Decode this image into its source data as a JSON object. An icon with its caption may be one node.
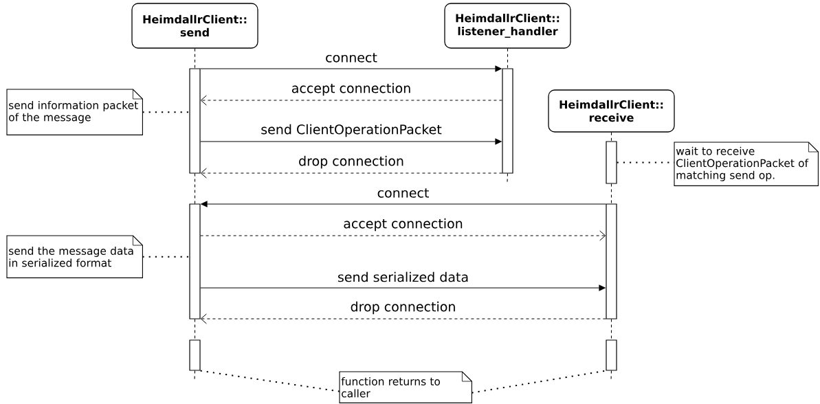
{
  "diagram": {
    "nodes": [
      {
        "text": [
          "HeimdallrClient:: send"
        ]
      },
      {
        "text": [
          "HeimdallrClient:: listener_handler"
        ]
      },
      {
        "text": [
          "HeimdallrClient:: receive"
        ]
      },
      {
        "text": [],
        "shape": "bar"
      },
      {
        "text": [],
        "shape": "bar"
      },
      {
        "text": [],
        "shape": "bar"
      },
      {
        "text": [],
        "shape": "bar"
      },
      {
        "text": [],
        "shape": "bar"
      },
      {
        "text": [],
        "shape": "bar"
      },
      {
        "text": [],
        "shape": "bar"
      },
      {
        "text": [
          "send information packet of the message"
        ]
      },
      {
        "text": [
          "wait to receive ClientOperationPacket of matching send op."
        ]
      },
      {
        "text": [
          "send the message data in serialized format"
        ]
      },
      {
        "text": [
          "function returns to caller"
        ]
      }
    ],
    "edges": [
      {
        "from": 0,
        "to": 3,
        "arrow": "none",
        "style": "dashed"
      },
      {
        "from": 3,
        "to": 6,
        "arrow": "none",
        "style": "dashed"
      },
      {
        "from": 6,
        "to": 8,
        "arrow": "none",
        "style": "dashed"
      },
      {
        "from": 8,
        "to": null,
        "arrow": "none",
        "style": "dashed"
      },
      {
        "from": 1,
        "to": 4,
        "arrow": "none",
        "style": "dashed"
      },
      {
        "from": 4,
        "to": null,
        "arrow": "none",
        "style": "dashed"
      },
      {
        "from": 2,
        "to": 5,
        "arrow": "none",
        "style": "dashed"
      },
      {
        "from": 5,
        "to": 7,
        "arrow": "none",
        "style": "dashed"
      },
      {
        "from": 7,
        "to": 9,
        "arrow": "none",
        "style": "dashed"
      },
      {
        "from": 9,
        "to": null,
        "arrow": "none",
        "style": "dashed"
      },
      {
        "from": 3,
        "to": 4,
        "arrow": "to",
        "label": "connect"
      },
      {
        "from": 4,
        "to": 3,
        "arrow": "to",
        "label": "accept connection",
        "style": "dashed"
      },
      {
        "from": 3,
        "to": 4,
        "arrow": "to",
        "label": "send ClientOperationPacket"
      },
      {
        "from": 4,
        "to": 3,
        "arrow": "to",
        "label": "drop connection",
        "style": "dashed"
      },
      {
        "from": 7,
        "to": 6,
        "arrow": "to",
        "label": "connect"
      },
      {
        "from": 6,
        "to": 7,
        "arrow": "to",
        "label": "accept connection",
        "style": "dashed"
      },
      {
        "from": 6,
        "to": 7,
        "arrow": "to",
        "label": "send serialized data"
      },
      {
        "from": 7,
        "to": 6,
        "arrow": "to",
        "label": "drop connection",
        "style": "dashed"
      },
      {
        "from": 10,
        "to": 3,
        "arrow": "none",
        "style": "dashed"
      },
      {
        "from": 5,
        "to": 11,
        "arrow": "none",
        "style": "dashed"
      },
      {
        "from": 12,
        "to": 6,
        "arrow": "none",
        "style": "dashed"
      },
      {
        "from": 8,
        "to": 13,
        "arrow": "none",
        "style": "dashed"
      },
      {
        "from": 13,
        "to": 9,
        "arrow": "none",
        "style": "dashed"
      }
    ]
  }
}
